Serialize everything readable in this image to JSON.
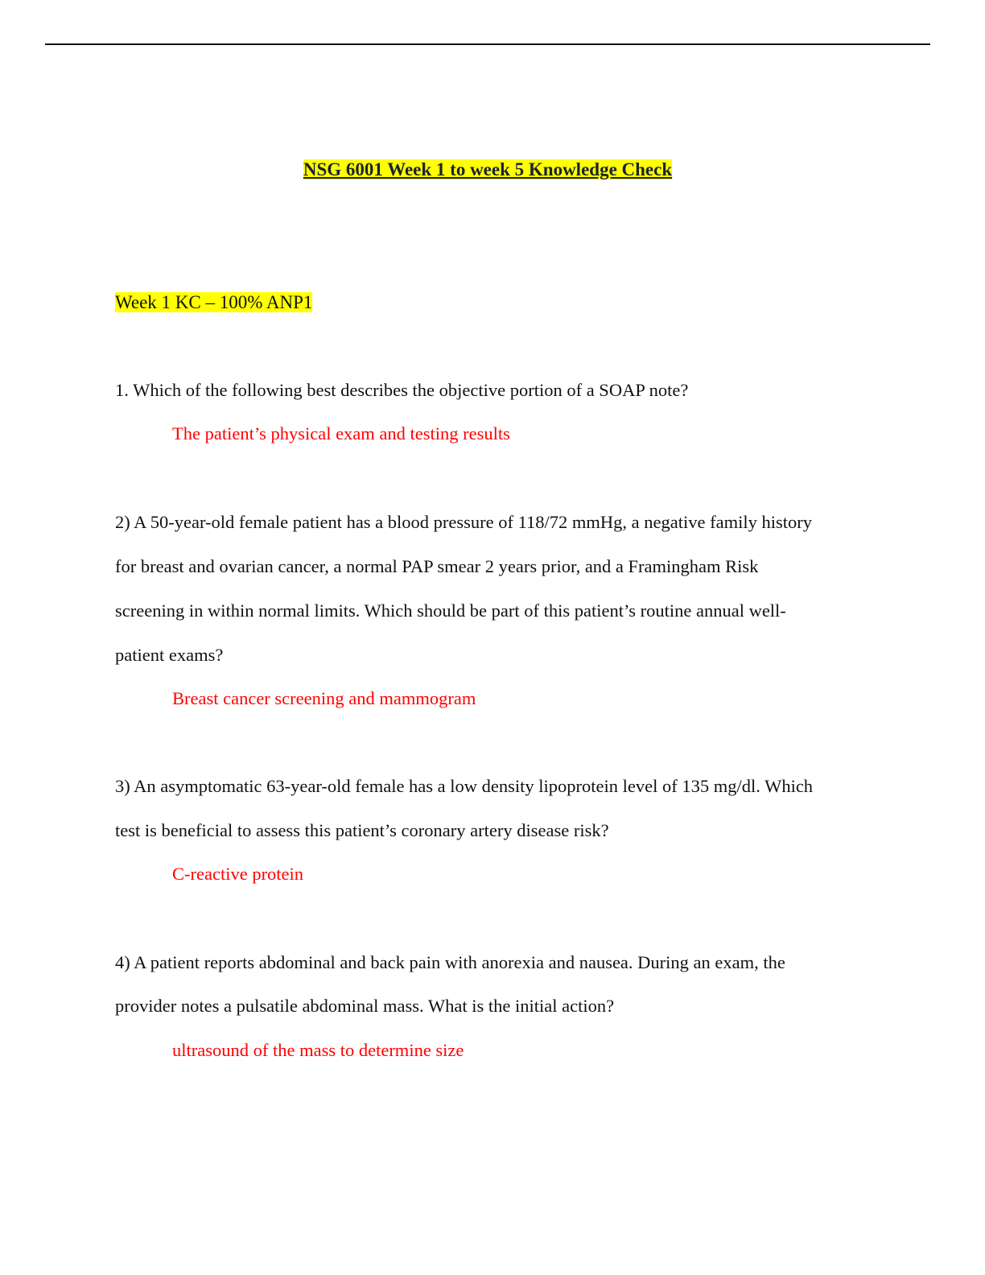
{
  "document": {
    "title": "NSG 6001 Week 1 to week 5 Knowledge Check",
    "section_heading": "Week 1 KC – 100% ANP1",
    "questions": [
      {
        "lines": [
          "1. Which of the following best describes the objective portion of a SOAP note?"
        ],
        "answer": "The patient’s physical exam and testing results"
      },
      {
        "lines": [
          "2) A 50-year-old female patient has a blood pressure of 118/72 mmHg, a negative family history",
          "for breast and ovarian cancer, a normal PAP smear 2 years prior, and a Framingham Risk",
          "screening in within normal limits. Which should be part of this patient’s routine annual well-",
          "patient exams?"
        ],
        "answer": "Breast cancer screening and mammogram"
      },
      {
        "lines": [
          "3) An asymptomatic 63-year-old female has a low density lipoprotein level of 135 mg/dl. Which",
          "test is beneficial to assess this patient’s coronary artery disease risk?"
        ],
        "answer": "C-reactive protein"
      },
      {
        "lines": [
          "4) A patient reports abdominal and back pain with anorexia and nausea. During an exam, the",
          "provider notes a pulsatile abdominal mass. What is the initial action?"
        ],
        "answer": "ultrasound of the mass to determine size"
      }
    ]
  }
}
